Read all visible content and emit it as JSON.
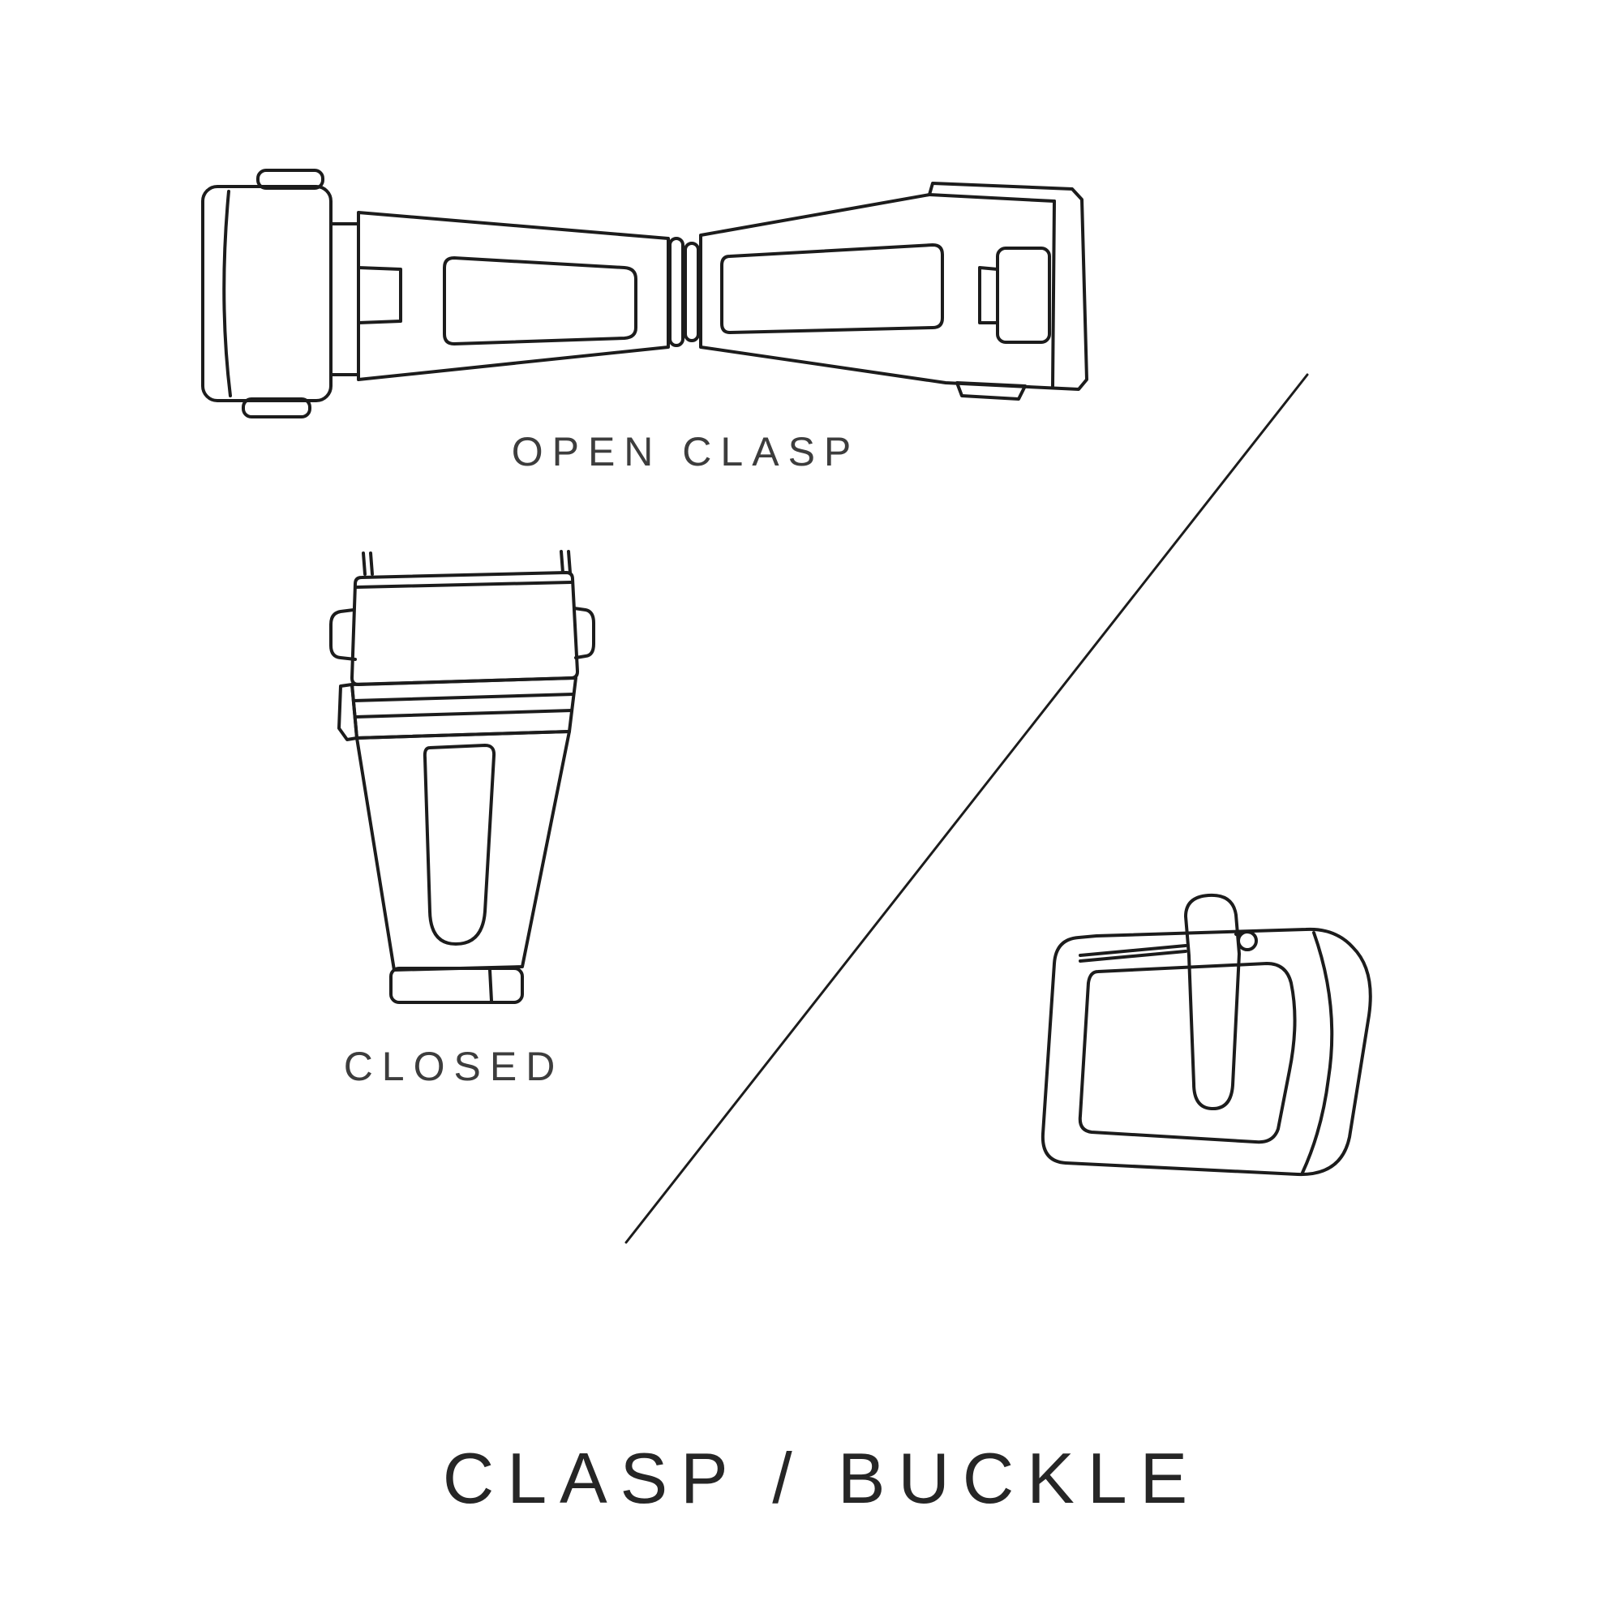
{
  "page": {
    "background": "#ffffff",
    "line_color": "#1c1c1c",
    "text_color": "#3d3d3d",
    "title_color": "#262626"
  },
  "labels": {
    "open_clasp": "OPEN CLASP",
    "closed": "CLOSED"
  },
  "title": "CLASP / BUCKLE",
  "illustrations": {
    "open_clasp": "open deployant watch clasp, top view",
    "closed_clasp": "closed watch clasp, top view",
    "buckle": "watch strap tang buckle"
  }
}
